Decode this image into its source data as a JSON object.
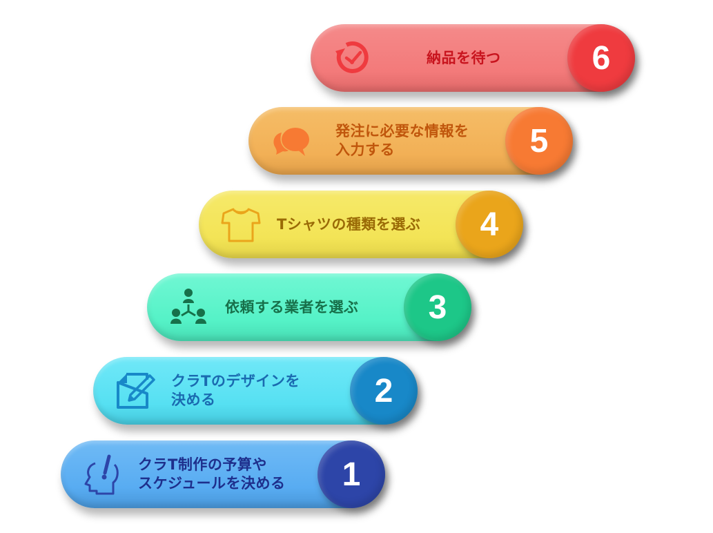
{
  "steps": [
    {
      "number": "1",
      "lines": [
        "クラT制作の予算や",
        "スケジュールを決める"
      ],
      "icon": "head-idea-icon",
      "colors": {
        "pill": "#58acf2",
        "circle": "#2d45a8",
        "text": "#1e2f8c"
      }
    },
    {
      "number": "2",
      "lines": [
        "クラTのデザインを",
        "決める"
      ],
      "icon": "document-pencil-icon",
      "colors": {
        "pill": "#56e0f2",
        "circle": "#1888c8",
        "text": "#1a6ab0"
      }
    },
    {
      "number": "3",
      "lines": [
        "依頼する業者を選ぶ"
      ],
      "icon": "people-network-icon",
      "colors": {
        "pill": "#55f2c7",
        "circle": "#1dc788",
        "text": "#17704a"
      }
    },
    {
      "number": "4",
      "lines": [
        "Tシャツの種類を選ぶ"
      ],
      "icon": "tshirt-icon",
      "colors": {
        "pill": "#f3e456",
        "circle": "#eaa51b",
        "text": "#9a6a06"
      }
    },
    {
      "number": "5",
      "lines": [
        "発注に必要な情報を",
        "入力する"
      ],
      "icon": "chat-bubbles-icon",
      "colors": {
        "pill": "#f2b056",
        "circle": "#f77a33",
        "text": "#c0560c"
      }
    },
    {
      "number": "6",
      "lines": [
        "納品を待つ"
      ],
      "icon": "clock-refresh-icon",
      "colors": {
        "pill": "#f37a7a",
        "circle": "#ef3b3f",
        "text": "#c8141e"
      }
    }
  ]
}
